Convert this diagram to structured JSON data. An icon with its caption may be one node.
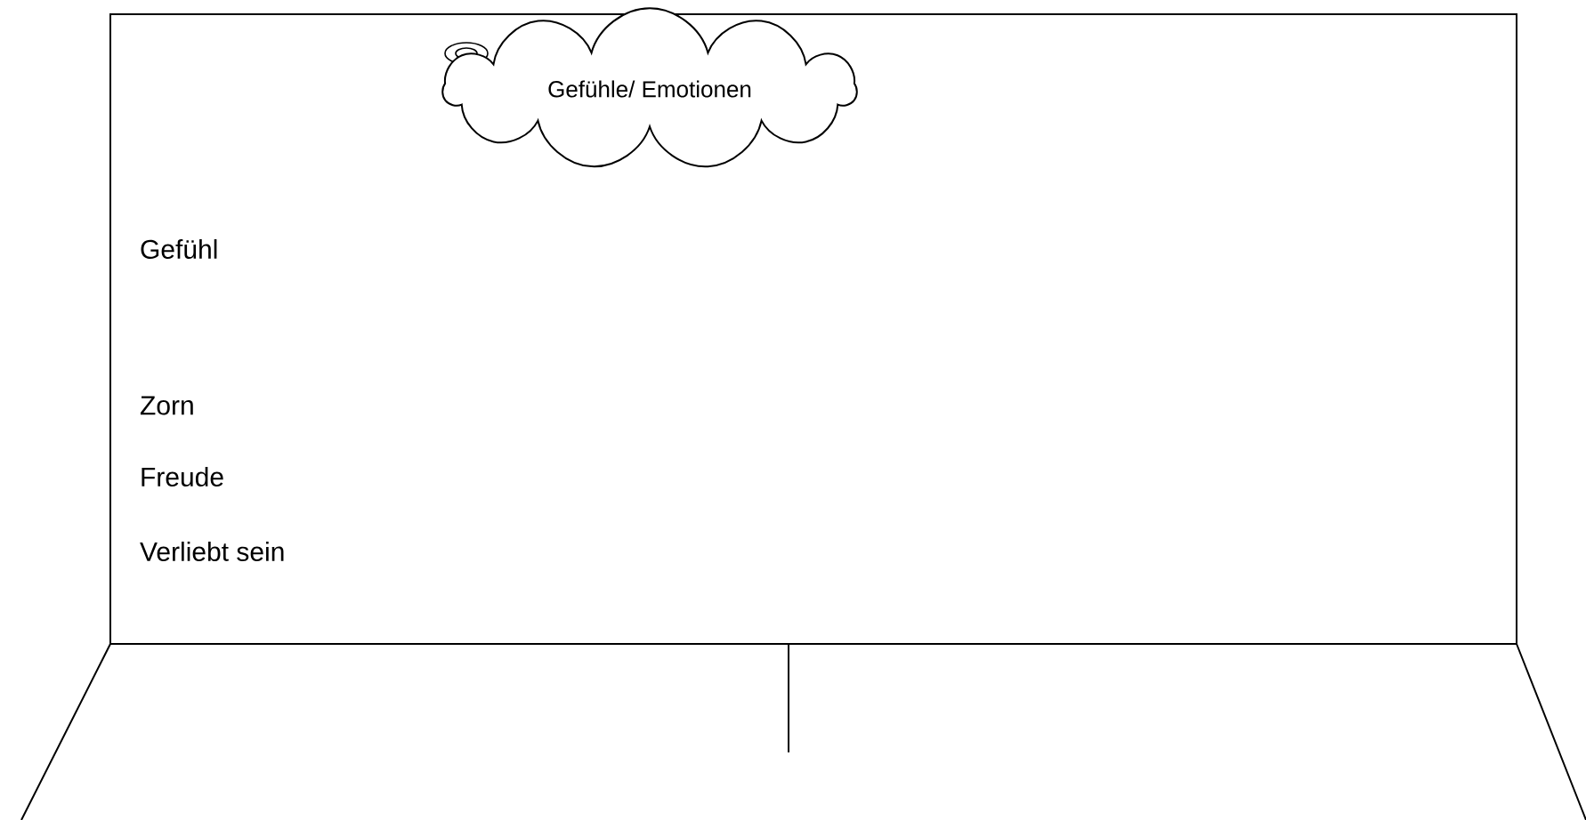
{
  "diagram": {
    "nodes": [
      {
        "text": [
          "Gefühle/ Emotionen"
        ]
      }
    ],
    "labels": [
      "Gefühl",
      "Zorn",
      "Freude",
      "Verliebt sein"
    ]
  }
}
